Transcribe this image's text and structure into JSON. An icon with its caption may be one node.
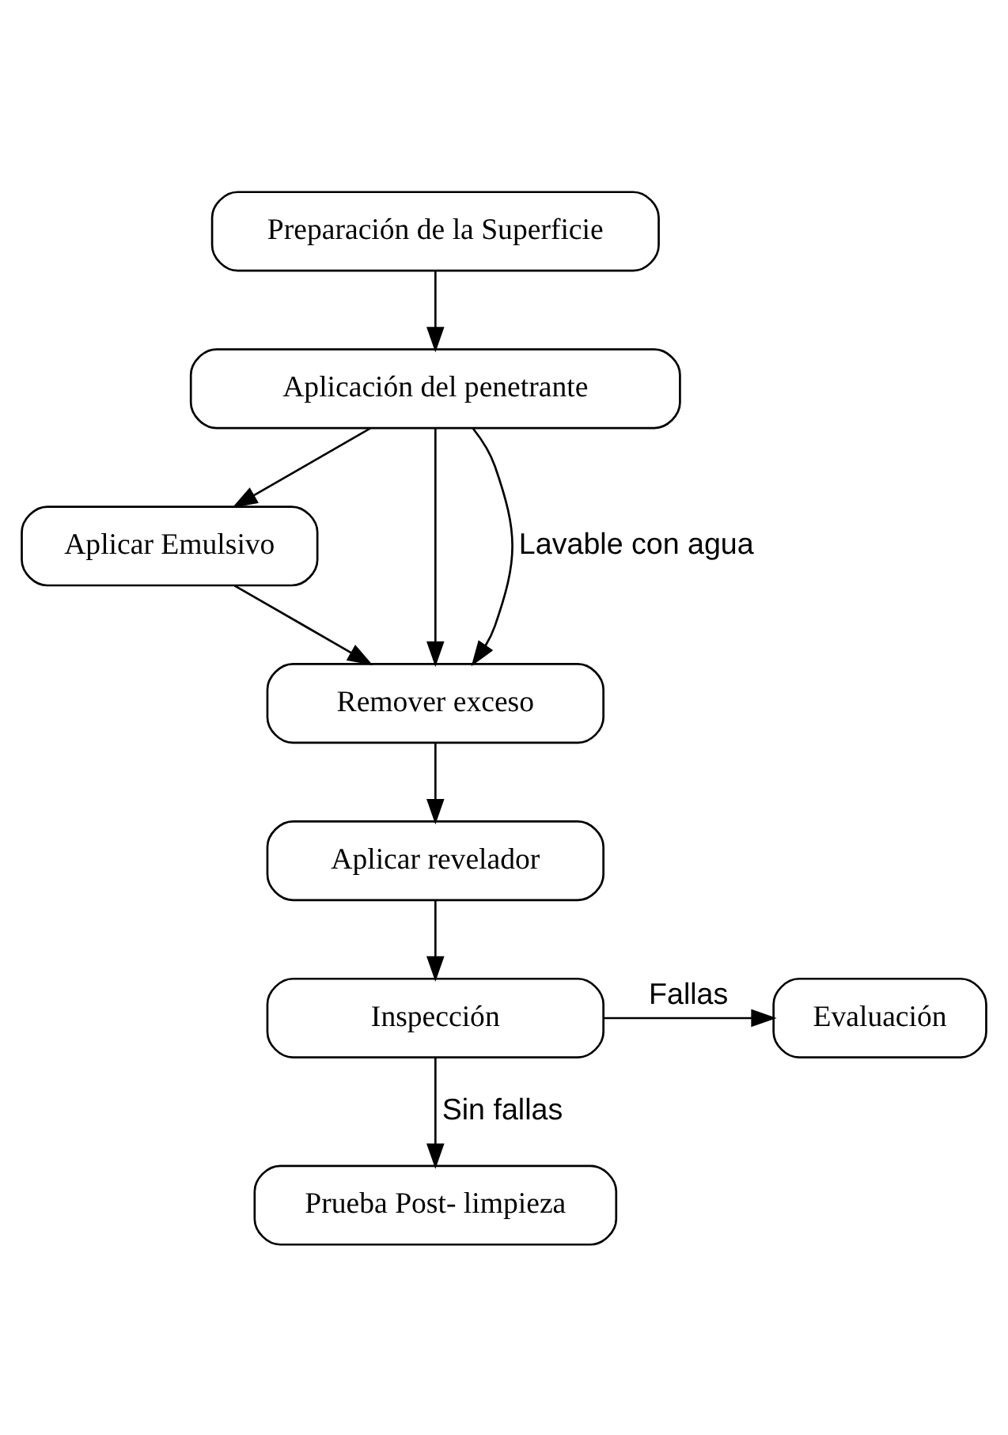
{
  "diagram": {
    "nodes": [
      {
        "text": [
          "Preparación de la Superficie"
        ]
      },
      {
        "text": [
          "Aplicación del penetrante"
        ]
      },
      {
        "text": [
          "Aplicar Emulsivo"
        ]
      },
      {
        "text": [
          "Remover exceso"
        ]
      },
      {
        "text": [
          "Aplicar revelador"
        ]
      },
      {
        "text": [
          "Inspección"
        ]
      },
      {
        "text": [
          "Evaluación"
        ]
      },
      {
        "text": [
          "Prueba Post- limpieza"
        ]
      }
    ],
    "edges": [
      {
        "from": 0,
        "to": 1,
        "arrow": "to"
      },
      {
        "from": 1,
        "to": 3,
        "arrow": "to"
      },
      {
        "from": 1,
        "to": 2,
        "arrow": "to"
      },
      {
        "from": 2,
        "to": 3,
        "arrow": "to"
      },
      {
        "from": 1,
        "to": 3,
        "arrow": "to",
        "label": "Lavable con agua"
      },
      {
        "from": 3,
        "to": 4,
        "arrow": "to"
      },
      {
        "from": 4,
        "to": 5,
        "arrow": "to"
      },
      {
        "from": 5,
        "to": 6,
        "arrow": "to",
        "label": "Fallas"
      },
      {
        "from": 5,
        "to": 7,
        "arrow": "to",
        "label": "Sin fallas"
      }
    ]
  }
}
